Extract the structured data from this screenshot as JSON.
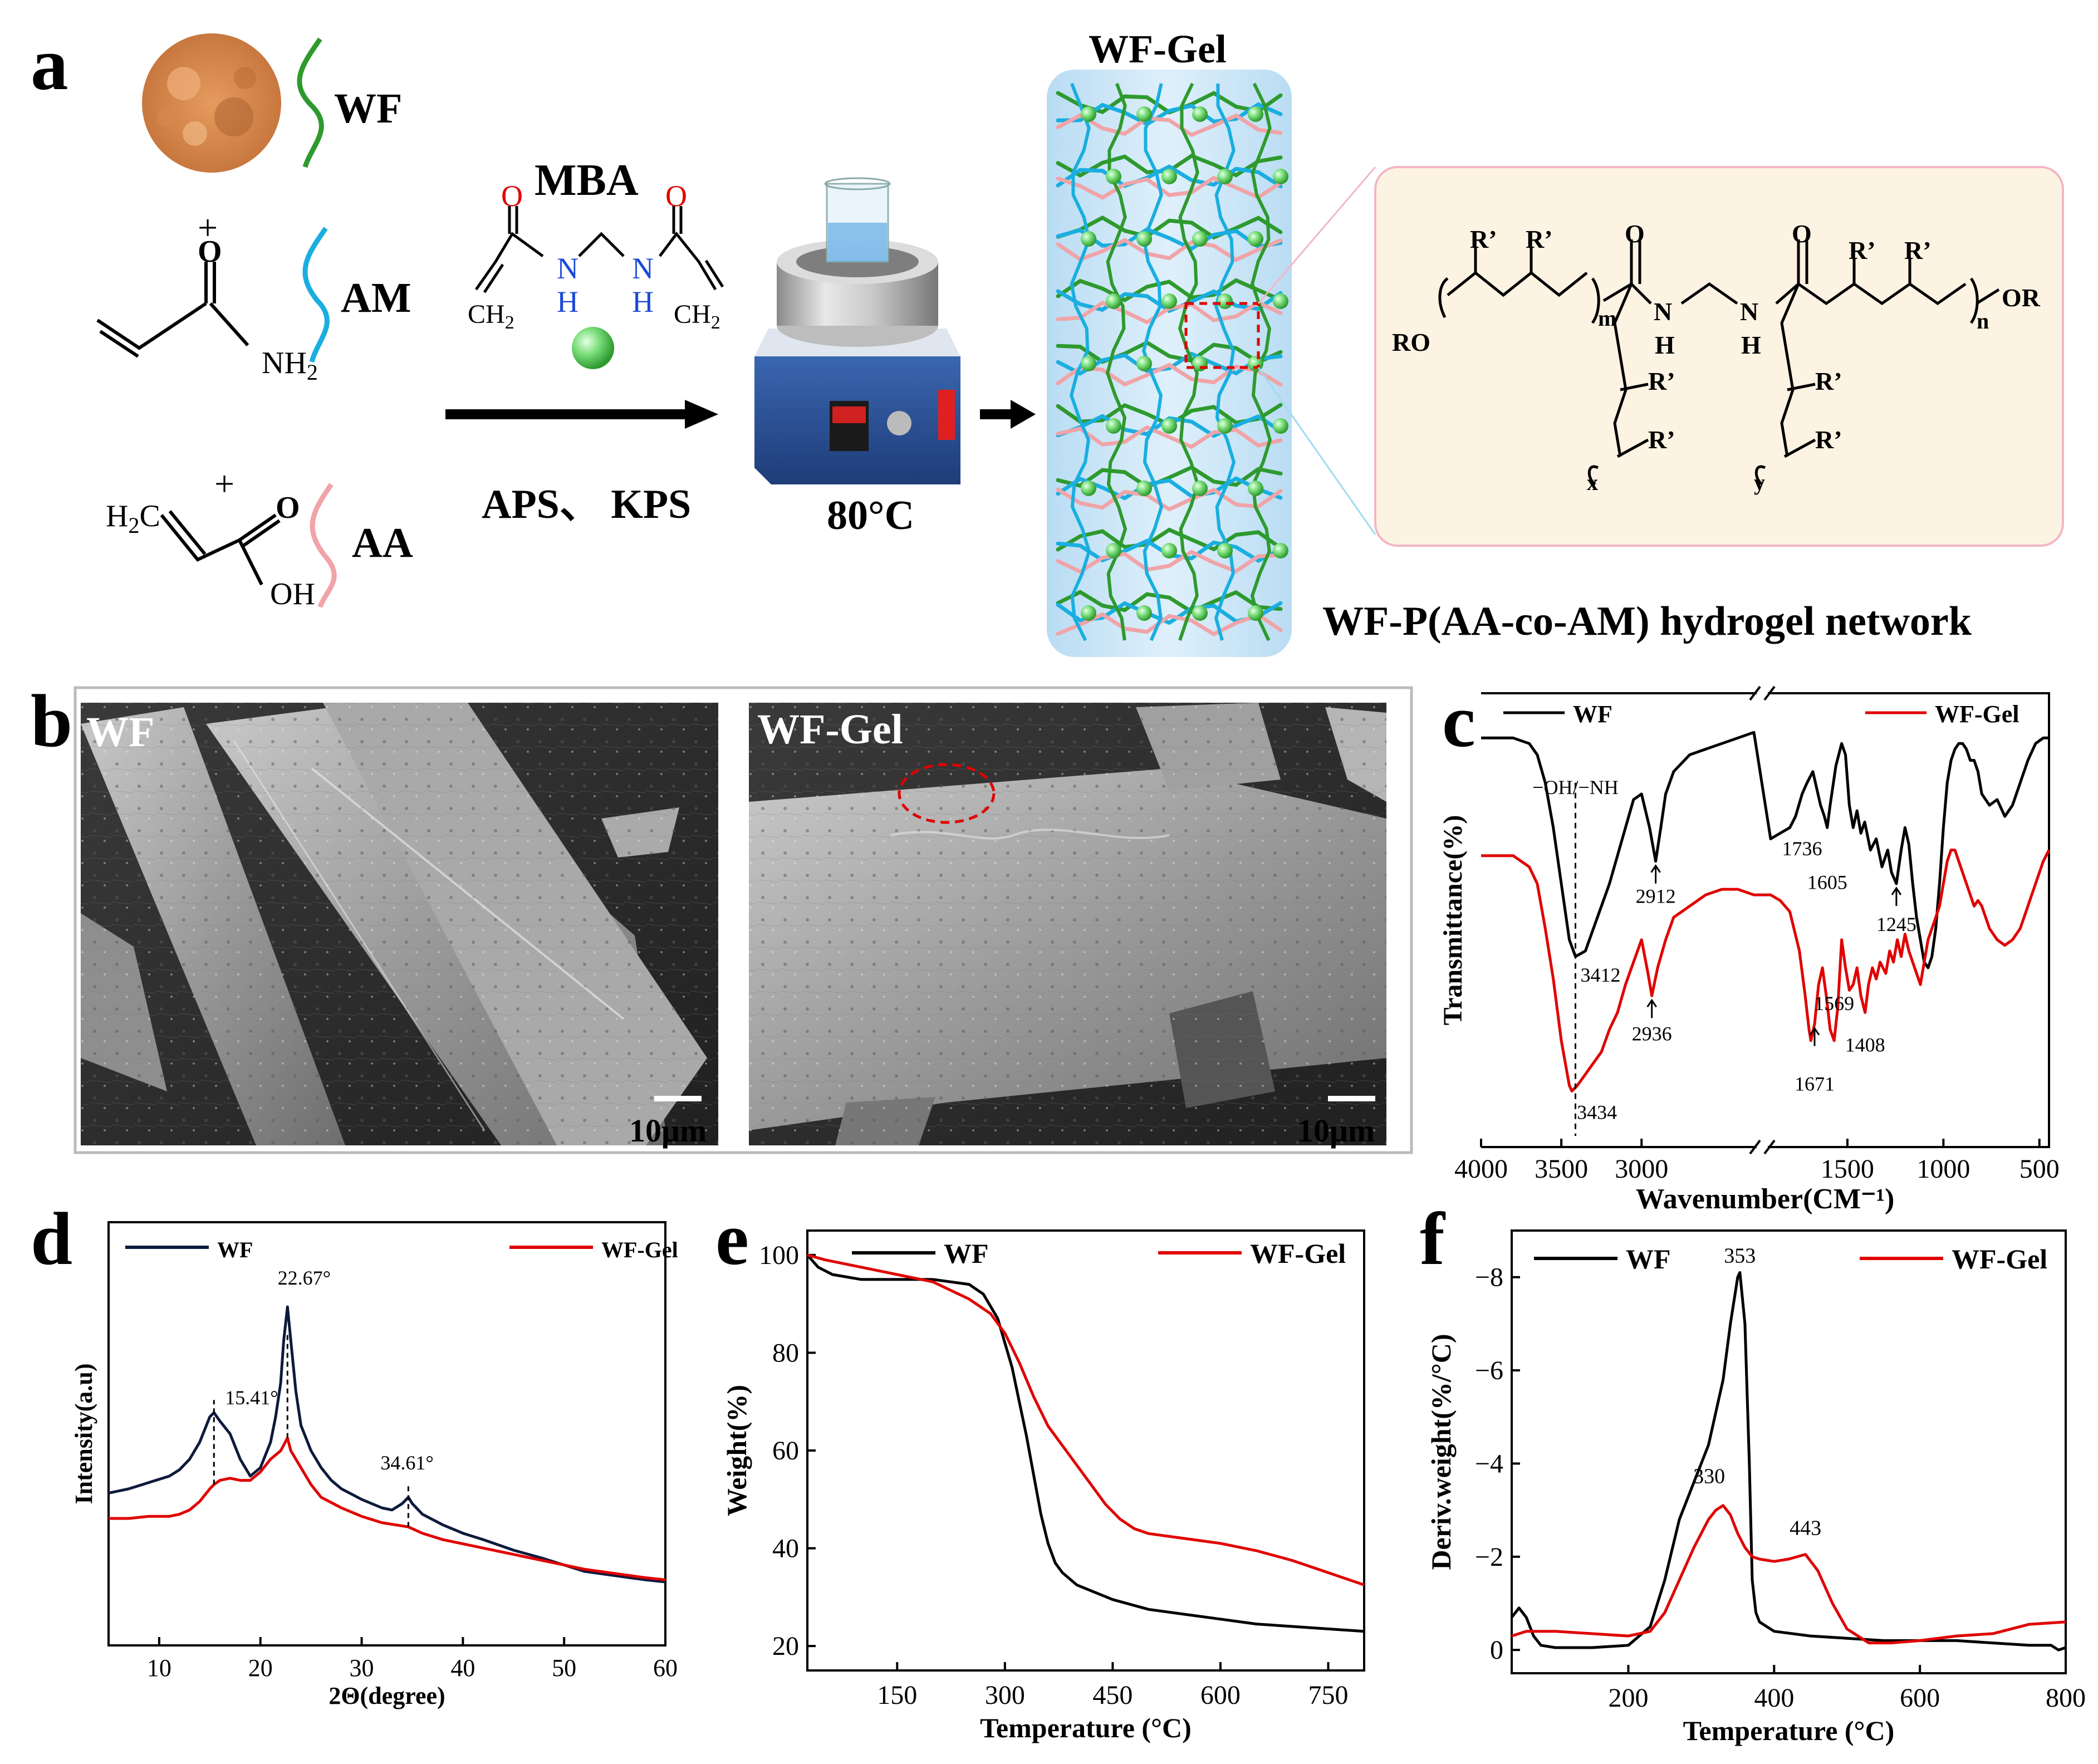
{
  "panel_labels": {
    "a": "a",
    "b": "b",
    "c": "c",
    "d": "d",
    "e": "e",
    "f": "f"
  },
  "panel_a": {
    "materials": {
      "wf": "WF",
      "am": "AM",
      "aa": "AA"
    },
    "plus": "+",
    "crosslinker": "MBA",
    "initiators": "APS、 KPS",
    "temperature": "80°C",
    "gel_title": "WF-Gel",
    "network_caption": "WF-P(AA-co-AM)  hydrogel network",
    "chem_atoms": {
      "o": "O",
      "nh2": "NH",
      "nh2_sub": "2",
      "ch2": "CH",
      "ch2_sub": "2",
      "h2c": "H",
      "h2c_sub": "2",
      "h2c_c": "C",
      "oh": "OH",
      "n": "N",
      "h": "H",
      "r": "R’",
      "ro": "RO",
      "or": "OR",
      "m": "m",
      "n_sub": "n",
      "x": "x",
      "y": "y"
    },
    "colors": {
      "wf": "#2e9a2e",
      "am": "#1aaee0",
      "aa": "#f0a4a8",
      "network_box": "#fdf3e3",
      "network_border": "#f3b6c4",
      "gel_bg": "#cfe6f6",
      "crosslink_dot": "#6dd66d"
    }
  },
  "panel_b": {
    "left_label": "WF",
    "right_label": "WF-Gel",
    "scale_left": "10μm",
    "scale_right": "10μm"
  },
  "chart_data": [
    {
      "panel": "c",
      "type": "line",
      "xlabel": "Wavenumber(CM⁻¹)",
      "ylabel": "Transmittance(%)",
      "x_ticks": [
        4000,
        3500,
        3000,
        1500,
        1000,
        500
      ],
      "broken_axis": [
        [
          4000,
          2300
        ],
        [
          1900,
          450
        ]
      ],
      "series": [
        {
          "name": "WF",
          "color": "#000000",
          "x": [
            4000,
            3800,
            3700,
            3650,
            3600,
            3550,
            3500,
            3450,
            3412,
            3350,
            3300,
            3200,
            3100,
            3050,
            3000,
            2950,
            2912,
            2880,
            2850,
            2800,
            2700,
            2600,
            2500,
            2400,
            2300,
            1900,
            1850,
            1800,
            1770,
            1736,
            1710,
            1680,
            1660,
            1640,
            1620,
            1605,
            1590,
            1560,
            1530,
            1510,
            1490,
            1470,
            1450,
            1430,
            1410,
            1380,
            1350,
            1320,
            1290,
            1270,
            1245,
            1220,
            1200,
            1180,
            1160,
            1140,
            1120,
            1100,
            1080,
            1060,
            1040,
            1020,
            1000,
            980,
            960,
            940,
            920,
            900,
            880,
            860,
            840,
            820,
            800,
            760,
            720,
            680,
            640,
            600,
            560,
            520,
            480,
            450
          ],
          "y": [
            96,
            96,
            95,
            93,
            88,
            80,
            70,
            60,
            57,
            58,
            62,
            70,
            80,
            85,
            86,
            80,
            74,
            80,
            86,
            90,
            93,
            94,
            95,
            96,
            97,
            78,
            79,
            80,
            82,
            86,
            88,
            90,
            87,
            84,
            82,
            80,
            84,
            91,
            95,
            93,
            84,
            80,
            83,
            79,
            81,
            76,
            78,
            73,
            76,
            72,
            70,
            76,
            80,
            77,
            70,
            64,
            60,
            56,
            55,
            57,
            62,
            70,
            80,
            88,
            92,
            94,
            95,
            95,
            94,
            92,
            92,
            90,
            86,
            84,
            85,
            82,
            84,
            88,
            92,
            95,
            96,
            96
          ]
        },
        {
          "name": "WF-Gel",
          "color": "#e00000",
          "x": [
            4000,
            3800,
            3700,
            3650,
            3600,
            3550,
            3500,
            3450,
            3434,
            3400,
            3350,
            3300,
            3250,
            3200,
            3150,
            3100,
            3050,
            3000,
            2960,
            2936,
            2900,
            2850,
            2800,
            2700,
            2600,
            2500,
            2400,
            2300,
            1900,
            1850,
            1800,
            1750,
            1720,
            1700,
            1690,
            1671,
            1650,
            1630,
            1610,
            1590,
            1569,
            1550,
            1530,
            1510,
            1490,
            1470,
            1450,
            1430,
            1408,
            1390,
            1370,
            1350,
            1330,
            1300,
            1280,
            1260,
            1240,
            1220,
            1200,
            1180,
            1160,
            1140,
            1120,
            1100,
            1080,
            1060,
            1040,
            1020,
            1000,
            980,
            960,
            940,
            920,
            900,
            880,
            860,
            840,
            820,
            800,
            760,
            720,
            680,
            640,
            600,
            560,
            520,
            480,
            450
          ],
          "y": [
            75,
            75,
            73,
            70,
            62,
            53,
            42,
            34,
            33,
            34,
            36,
            38,
            40,
            44,
            47,
            52,
            56,
            60,
            54,
            50,
            55,
            60,
            64,
            66,
            68,
            69,
            69,
            68,
            68,
            67,
            65,
            58,
            50,
            44,
            42,
            45,
            52,
            55,
            50,
            44,
            42,
            48,
            60,
            55,
            51,
            52,
            55,
            50,
            47,
            52,
            55,
            53,
            56,
            54,
            58,
            56,
            60,
            57,
            61,
            58,
            56,
            54,
            52,
            56,
            60,
            62,
            64,
            66,
            70,
            74,
            76,
            76,
            74,
            72,
            70,
            68,
            66,
            67,
            66,
            62,
            60,
            59,
            60,
            62,
            66,
            70,
            74,
            76
          ]
        }
      ],
      "annotations": [
        {
          "text": "−OH/−NH",
          "x": 3412
        },
        {
          "text": "3412",
          "x": 3412
        },
        {
          "text": "3434",
          "x": 3434
        },
        {
          "text": "2912",
          "x": 2912
        },
        {
          "text": "2936",
          "x": 2936
        },
        {
          "text": "1736",
          "x": 1736
        },
        {
          "text": "1605",
          "x": 1605
        },
        {
          "text": "1245",
          "x": 1245
        },
        {
          "text": "1569",
          "x": 1569
        },
        {
          "text": "1671",
          "x": 1671
        },
        {
          "text": "1408",
          "x": 1408
        }
      ]
    },
    {
      "panel": "d",
      "type": "line",
      "xlabel": "2Θ(degree)",
      "ylabel": "Intensity(a.u)",
      "xlim": [
        5,
        60
      ],
      "ylim": [
        0,
        100
      ],
      "x_ticks": [
        10,
        20,
        30,
        40,
        50,
        60
      ],
      "series": [
        {
          "name": "WF",
          "color": "#0e1a3c",
          "x": [
            5,
            7,
            9,
            11,
            12,
            13,
            14,
            15,
            15.41,
            16,
            17,
            18,
            19,
            20,
            21,
            21.5,
            22,
            22.3,
            22.67,
            23,
            23.5,
            24,
            25,
            26,
            27,
            28,
            30,
            32,
            33,
            34,
            34.61,
            35,
            36,
            38,
            40,
            42,
            45,
            48,
            50,
            52,
            55,
            58,
            60
          ],
          "y": [
            36,
            37,
            38.5,
            40,
            41.5,
            44,
            48,
            54,
            55,
            53,
            50,
            44,
            40,
            42,
            48,
            54,
            62,
            72,
            80,
            72,
            60,
            52,
            46,
            42,
            39,
            37,
            34.5,
            32.5,
            32,
            33.5,
            35,
            33.5,
            31,
            28.5,
            26.5,
            25,
            22.5,
            20.5,
            19,
            17.5,
            16.5,
            15.5,
            15
          ]
        },
        {
          "name": "WF-Gel",
          "color": "#e00000",
          "x": [
            5,
            7,
            9,
            11,
            12,
            13,
            14,
            15,
            15.41,
            16,
            17,
            18,
            19,
            20,
            21,
            22,
            22.67,
            23,
            24,
            25,
            26,
            28,
            30,
            32,
            34.61,
            36,
            38,
            40,
            42,
            45,
            48,
            50,
            52,
            55,
            58,
            60
          ],
          "y": [
            30,
            30,
            30.5,
            30.5,
            31,
            32,
            34,
            37,
            38,
            39,
            39.5,
            39,
            39,
            41,
            44,
            46,
            49,
            46,
            42,
            38,
            35,
            32.5,
            30.5,
            29,
            28,
            26.5,
            25,
            24,
            23,
            21.5,
            20,
            19,
            18,
            17,
            16,
            15.5
          ]
        }
      ],
      "annotations": [
        {
          "text": "22.67°",
          "x": 22.67
        },
        {
          "text": "15.41°",
          "x": 15.41
        },
        {
          "text": "34.61°",
          "x": 34.61
        }
      ]
    },
    {
      "panel": "e",
      "type": "line",
      "xlabel": "Temperature (°C)",
      "ylabel": "Weight(%)",
      "xlim": [
        25,
        800
      ],
      "ylim": [
        15,
        105
      ],
      "x_ticks": [
        150,
        300,
        450,
        600,
        750
      ],
      "y_ticks": [
        20,
        40,
        60,
        80,
        100
      ],
      "series": [
        {
          "name": "WF",
          "color": "#000000",
          "x": [
            25,
            40,
            60,
            80,
            100,
            150,
            200,
            250,
            270,
            290,
            310,
            330,
            350,
            360,
            370,
            380,
            400,
            450,
            500,
            550,
            600,
            650,
            700,
            750,
            800
          ],
          "y": [
            100,
            97.5,
            96,
            95.5,
            95,
            95,
            95,
            94,
            92,
            87,
            77,
            63,
            47,
            41,
            37,
            35,
            32.5,
            29.5,
            27.5,
            26.5,
            25.5,
            24.5,
            24,
            23.5,
            23
          ]
        },
        {
          "name": "WF-Gel",
          "color": "#e00000",
          "x": [
            25,
            50,
            100,
            150,
            200,
            250,
            280,
            300,
            320,
            340,
            360,
            380,
            400,
            420,
            440,
            460,
            480,
            500,
            550,
            600,
            650,
            700,
            750,
            800
          ],
          "y": [
            100,
            99,
            97.5,
            96,
            94.5,
            91,
            88,
            84,
            78,
            71,
            65,
            61,
            57,
            53,
            49,
            46,
            44,
            43,
            42,
            41,
            39.5,
            37.5,
            35,
            32.5
          ]
        }
      ]
    },
    {
      "panel": "f",
      "type": "line",
      "xlabel": "Temperature (°C)",
      "ylabel": "Deriv.weight(%/°C)",
      "xlim": [
        40,
        800
      ],
      "ylim": [
        0.5,
        -9
      ],
      "x_ticks": [
        200,
        400,
        600,
        800
      ],
      "y_ticks": [
        0,
        -2,
        -4,
        -6,
        -8
      ],
      "series": [
        {
          "name": "WF",
          "color": "#000000",
          "x": [
            40,
            50,
            60,
            70,
            80,
            100,
            150,
            200,
            230,
            250,
            270,
            290,
            310,
            330,
            340,
            350,
            353,
            360,
            366,
            370,
            375,
            380,
            390,
            400,
            450,
            500,
            550,
            600,
            650,
            700,
            750,
            780,
            790,
            800
          ],
          "y": [
            -0.7,
            -0.9,
            -0.7,
            -0.3,
            -0.1,
            -0.05,
            -0.05,
            -0.1,
            -0.5,
            -1.5,
            -2.8,
            -3.6,
            -4.4,
            -5.8,
            -7,
            -8,
            -8.1,
            -7,
            -4,
            -1.5,
            -0.8,
            -0.6,
            -0.5,
            -0.4,
            -0.3,
            -0.25,
            -0.2,
            -0.2,
            -0.2,
            -0.15,
            -0.1,
            -0.1,
            0.0,
            -0.05
          ]
        },
        {
          "name": "WF-Gel",
          "color": "#e00000",
          "x": [
            40,
            60,
            100,
            150,
            200,
            230,
            250,
            270,
            290,
            310,
            320,
            330,
            340,
            350,
            360,
            370,
            380,
            400,
            420,
            443,
            460,
            480,
            500,
            530,
            560,
            600,
            650,
            700,
            750,
            800
          ],
          "y": [
            -0.3,
            -0.4,
            -0.4,
            -0.35,
            -0.3,
            -0.4,
            -0.8,
            -1.5,
            -2.2,
            -2.8,
            -3,
            -3.1,
            -2.9,
            -2.5,
            -2.2,
            -2,
            -1.95,
            -1.9,
            -1.95,
            -2.05,
            -1.7,
            -1,
            -0.45,
            -0.15,
            -0.15,
            -0.2,
            -0.3,
            -0.35,
            -0.55,
            -0.6
          ]
        }
      ],
      "annotations": [
        {
          "text": "353",
          "x": 353
        },
        {
          "text": "330",
          "x": 330
        },
        {
          "text": "443",
          "x": 443
        }
      ]
    }
  ]
}
